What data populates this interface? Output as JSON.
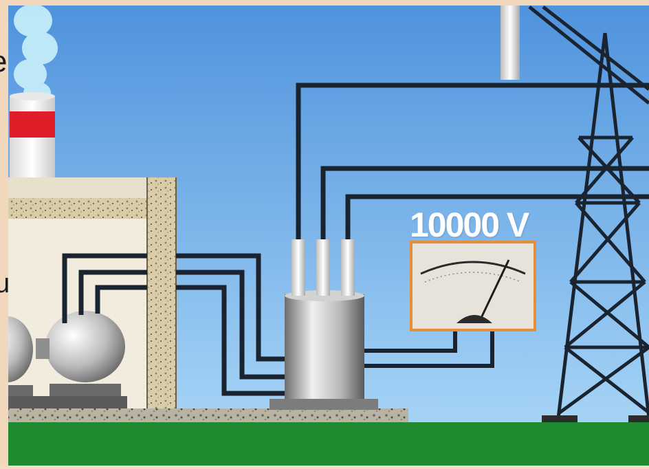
{
  "scene": {
    "meter_reading": "10000 V",
    "edge_glyph_top": "e",
    "edge_glyph_mid": "u"
  },
  "colors": {
    "sky_top": "#4f93dd",
    "sky_bottom": "#9fd0f5",
    "ground": "#1f8a2f",
    "wire": "#1a2330",
    "chimney_stripe": "#e01e2a",
    "meter_frame": "#e58f3c",
    "building_wall": "#f1ecdd"
  },
  "icons": [
    "smokestack-icon",
    "generator-icon",
    "transformer-icon",
    "voltmeter-icon",
    "pylon-icon"
  ]
}
